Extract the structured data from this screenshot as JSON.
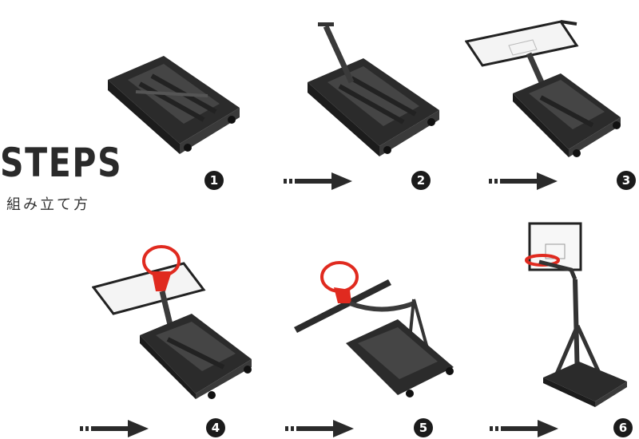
{
  "heading": {
    "title": "STEPS",
    "subtitle": "組み立て方"
  },
  "steps": [
    {
      "number": "1"
    },
    {
      "number": "2"
    },
    {
      "number": "3"
    },
    {
      "number": "4"
    },
    {
      "number": "5"
    },
    {
      "number": "6"
    }
  ],
  "colors": {
    "base_dark": "#2b2b2b",
    "base_mid": "#4a4a4a",
    "rim_red": "#e02a1f",
    "badge": "#1b1b1b",
    "arrow": "#2a2a2a"
  }
}
